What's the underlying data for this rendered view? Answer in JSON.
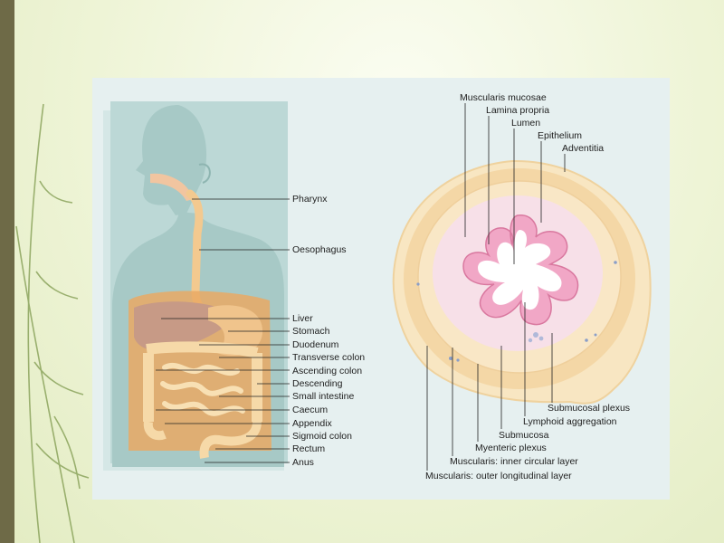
{
  "anatomy_labels": {
    "pharynx": "Pharynx",
    "oesophagus": "Oesophagus",
    "liver": "Liver",
    "stomach": "Stomach",
    "duodenum": "Duodenum",
    "transverse_colon": "Transverse colon",
    "ascending_colon": "Ascending colon",
    "descending": "Descending",
    "small_intestine": "Small intestine",
    "caecum": "Caecum",
    "appendix": "Appendix",
    "sigmoid_colon": "Sigmoid colon",
    "rectum": "Rectum",
    "anus": "Anus"
  },
  "section_labels": {
    "muscularis_mucosae": "Muscularis mucosae",
    "lamina_propria": "Lamina propria",
    "lumen": "Lumen",
    "epithelium": "Epithelium",
    "adventitia": "Adventitia",
    "submucosal_plexus": "Submucosal plexus",
    "lymphoid_aggregation": "Lymphoid aggregation",
    "submucosa": "Submucosa",
    "myenteric_plexus": "Myenteric plexus",
    "muscularis_inner": "Muscularis: inner circular layer",
    "muscularis_outer": "Muscularis: outer longitudinal layer"
  },
  "colors": {
    "band": "#6e6a47",
    "slide_bg": "#eef4d6",
    "panel_bg": "#e6f0f0",
    "body_silhouette": "#b9d6d4",
    "tract_orange": "#f3c98f",
    "tract_dark": "#e2a35f",
    "section_outer": "#f6ddb3",
    "section_mucosa": "#f3b5cf",
    "section_lumen": "#ffffff",
    "leader_line": "#222222"
  }
}
